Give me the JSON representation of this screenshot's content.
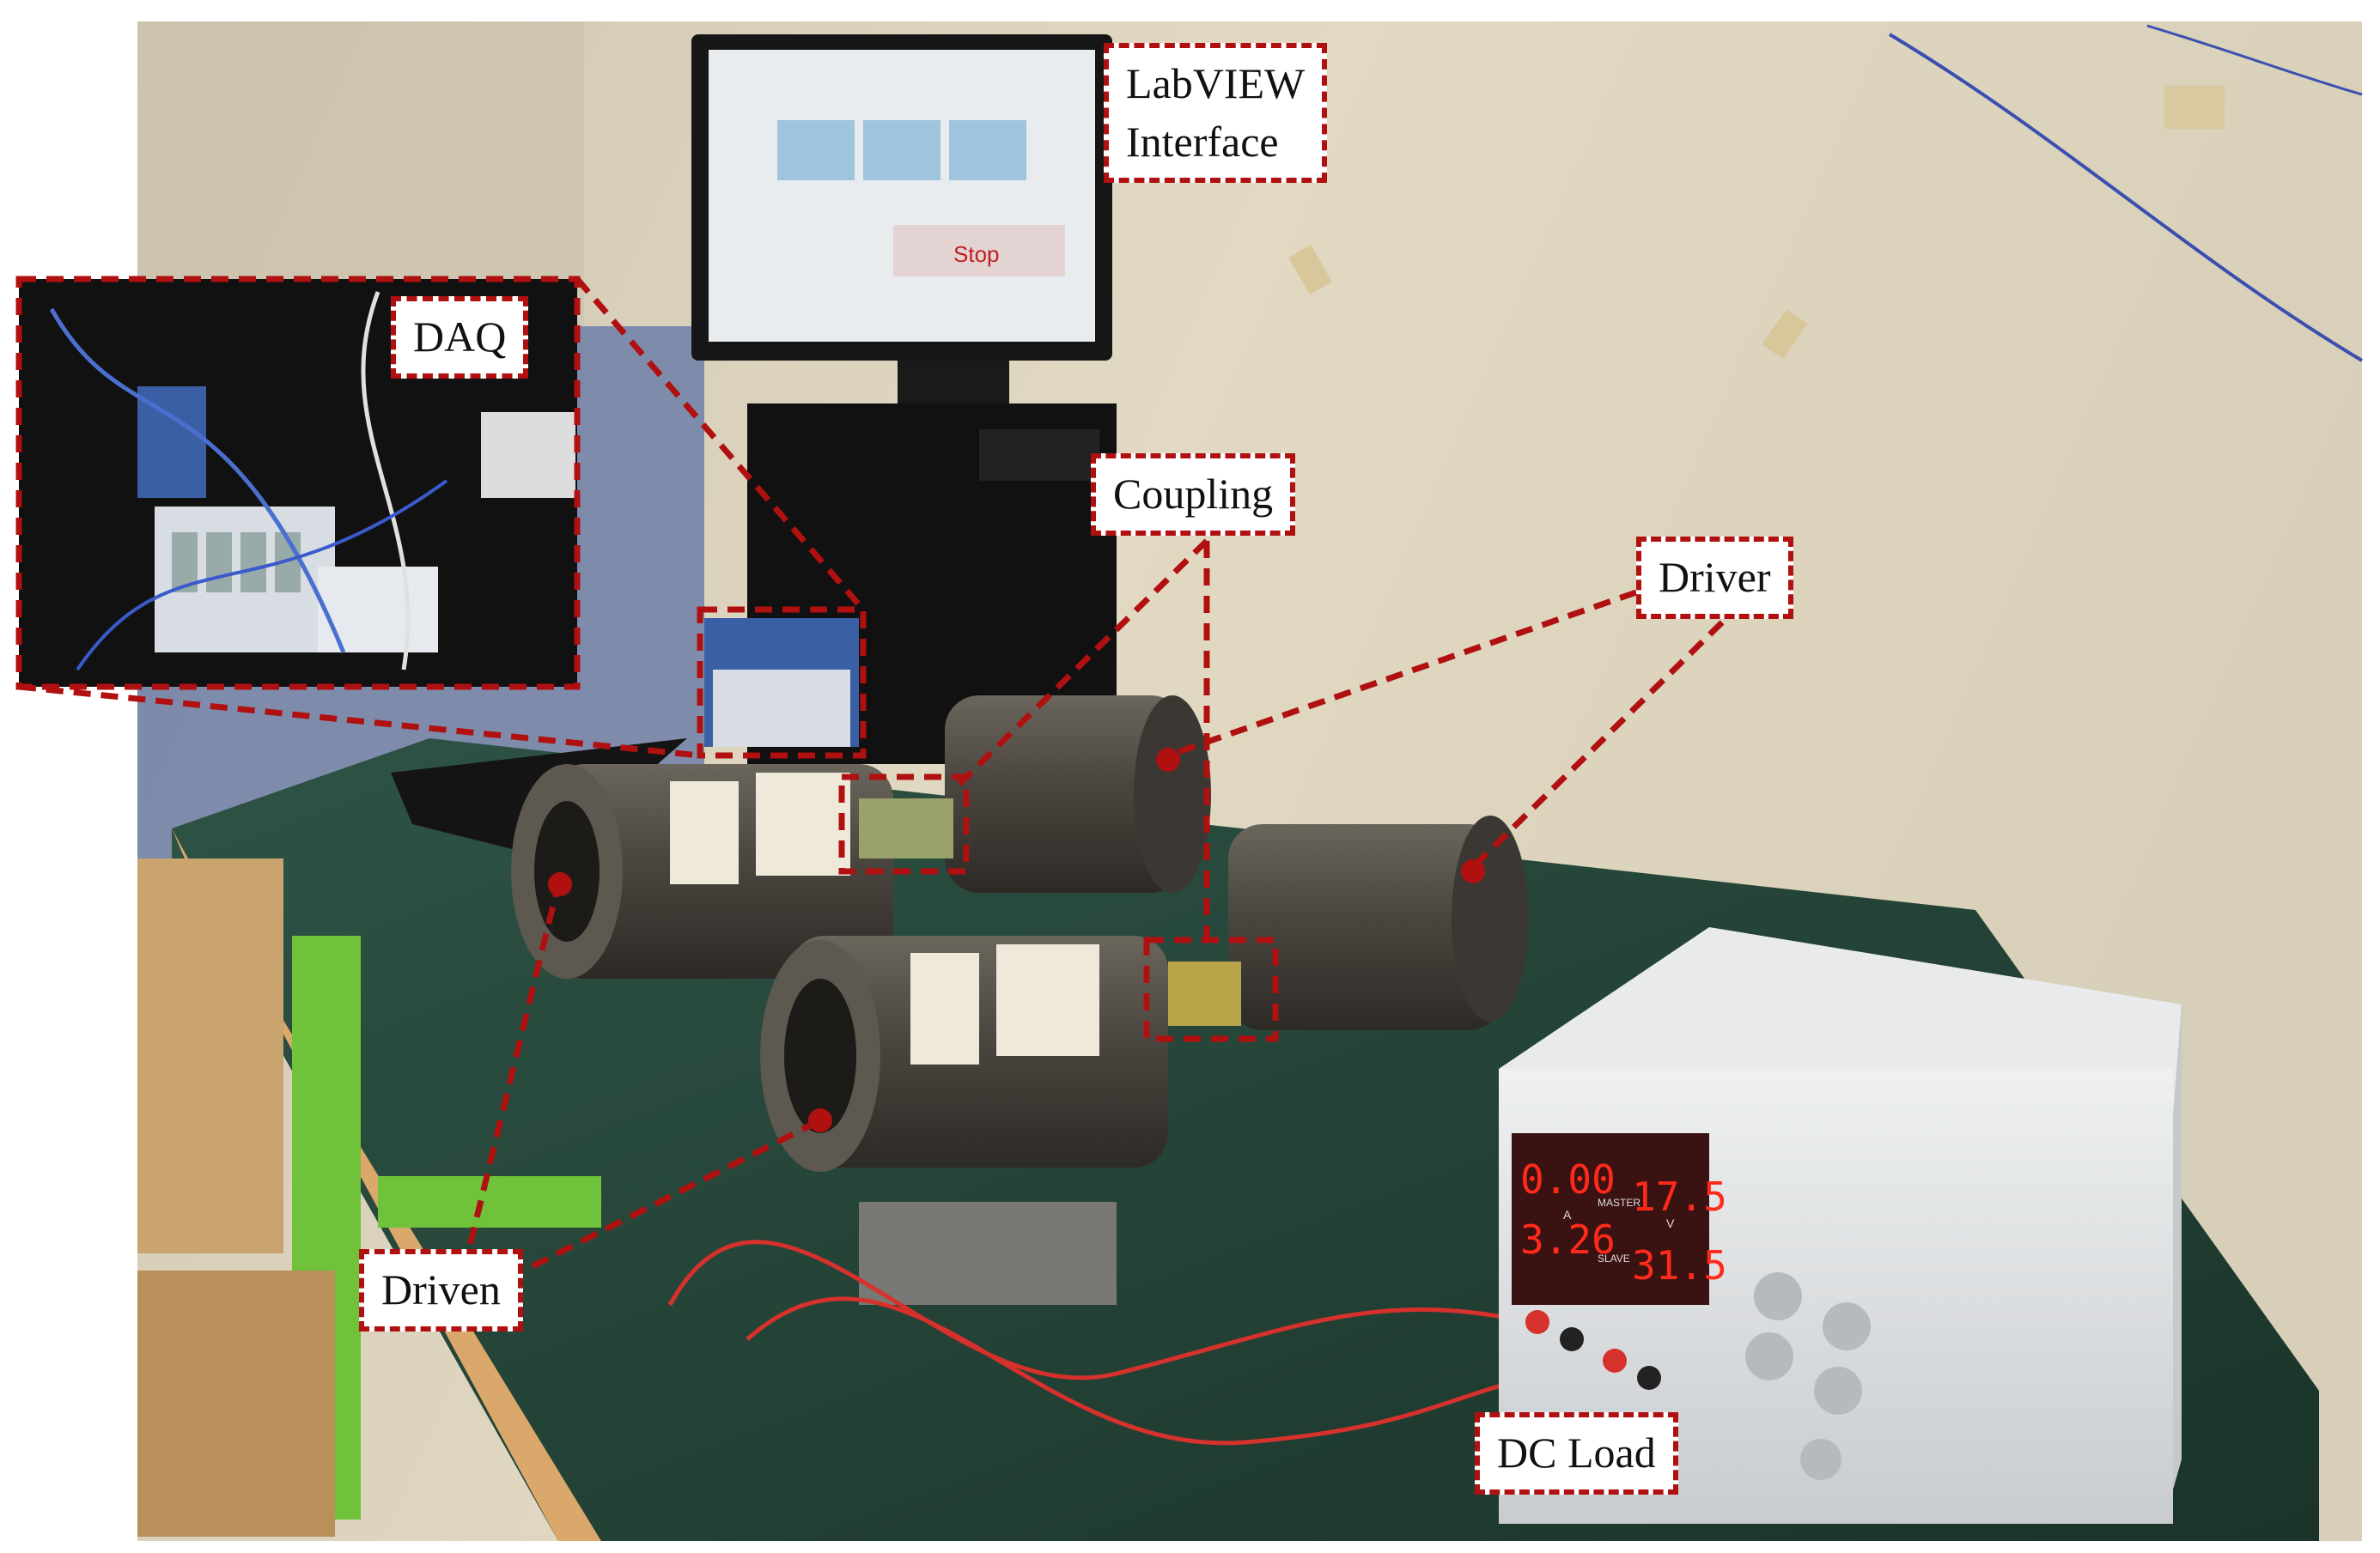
{
  "labels": {
    "labview_line1": "LabVIEW",
    "labview_line2": "Interface",
    "daq": "DAQ",
    "coupling": "Coupling",
    "driver": "Driver",
    "driven": "Driven",
    "dc_load": "DC Load"
  },
  "monitor": {
    "stop_button": "Stop"
  },
  "dc_load_display": {
    "master_current": "0.00",
    "master_voltage": "17.5",
    "slave_current": "3.26",
    "slave_voltage": "31.5",
    "master_label": "MASTER",
    "slave_label": "SLAVE",
    "unit_a": "A",
    "unit_v": "V"
  },
  "colors": {
    "annotation": "#b01010",
    "wall": "#ddd3bd",
    "table_top": "#24463a",
    "table_leg": "#6fc23a",
    "motor": "#4d4a44",
    "led": "#ff2a1a"
  }
}
